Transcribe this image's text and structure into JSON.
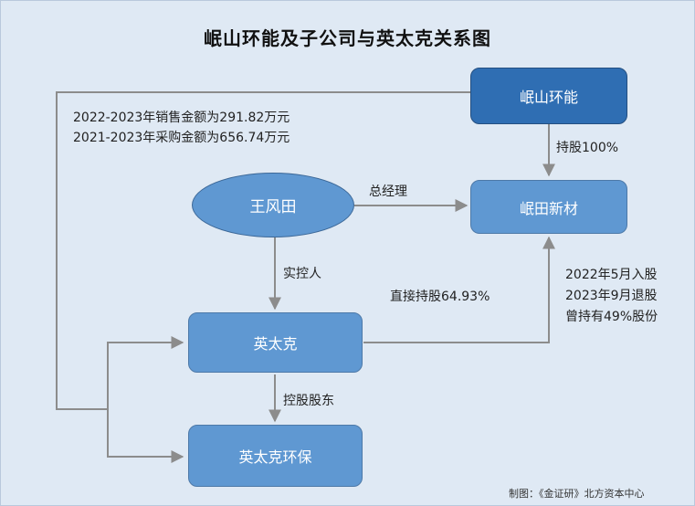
{
  "title": "岷山环能及子公司与英太克关系图",
  "nodes": {
    "minshan": "岷山环能",
    "mintian": "岷田新材",
    "wangfengtian": "王风田",
    "yingtaike": "英太克",
    "yingtaike_env": "英太克环保"
  },
  "edge_labels": {
    "hold_100": "持股100%",
    "general_manager": "总经理",
    "controller": "实控人",
    "direct_hold": "直接持股64.93%",
    "controlling_shareholder": "控股股东"
  },
  "notes": {
    "sales": "2022-2023年销售金额为291.82万元",
    "purchase": "2021-2023年采购金额为656.74万元",
    "history_line1": "2022年5月入股",
    "history_line2": "2023年9月退股",
    "history_line3": "曾持有49%股份"
  },
  "credit": "制图：《金证研》北方资本中心",
  "colors": {
    "background": "#dfe9f4",
    "dark_box": "#2f6eb3",
    "mid_box": "#5f98d2",
    "line": "#8c8c8c"
  }
}
